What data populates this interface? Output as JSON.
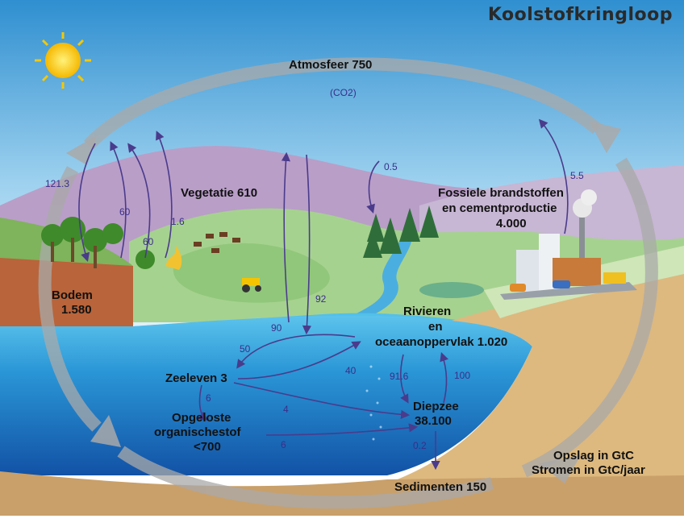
{
  "title": "Koolstofkringloop",
  "co2_label": "CO2",
  "reservoirs": {
    "atmosphere": "Atmosfeer 750",
    "vegetation": "Vegetatie 610",
    "fossil_line1": "Fossiele brandstoffen",
    "fossil_line2": "en cementproductie",
    "fossil_line3": "4.000",
    "soil_line1": "Bodem",
    "soil_line2": "1.580",
    "rivers_line1": "Rivieren",
    "rivers_line2": "en",
    "rivers_line3": "oceaanoppervlak 1.020",
    "marine_life": "Zeeleven 3",
    "deep_sea_line1": "Diepzee",
    "deep_sea_line2": "38.100",
    "dissolved_line1": "Opgeloste",
    "dissolved_line2": "organischestof",
    "dissolved_line3": "<700",
    "sediments": "Sedimenten 150"
  },
  "legend": {
    "storage": "Opslag in GtC",
    "flows": "Stromen in GtC/jaar"
  },
  "flows": {
    "f121": "121.3",
    "f60a": "60",
    "f60b": "60",
    "f16": "1.6",
    "f05": "0.5",
    "f55": "5.5",
    "f90": "90",
    "f92": "92",
    "f50": "50",
    "f40": "40",
    "f916": "91.6",
    "f100": "100",
    "f6a": "6",
    "f4": "4",
    "f6b": "6",
    "f02": "0.2"
  },
  "colors": {
    "sky": "#3ea0d8",
    "hills": "#b89cc4",
    "land_green": "#9fd08a",
    "ocean_surface": "#3fb0e0",
    "deep_ocean": "#1a5fb0",
    "sand": "#d9b37a",
    "arrow": "#4a3b8c",
    "cycle_arrow": "#a9a9a9"
  }
}
